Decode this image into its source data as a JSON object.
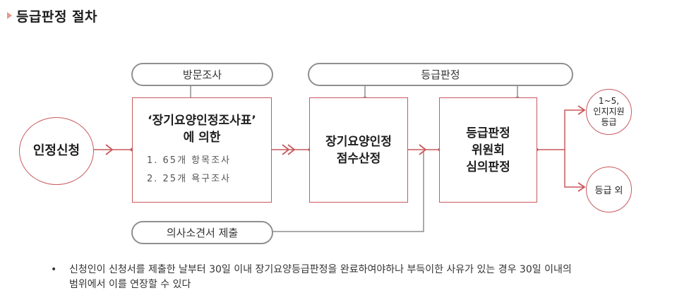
{
  "header": {
    "title": "등급판정 절차"
  },
  "diagram": {
    "start": "인정신청",
    "visit_label": "방문조사",
    "grading_label": "등급판정",
    "doctor_label": "의사소견서 제출",
    "box1": {
      "line1": "‘장기요양인정조사표’",
      "line2": "에 의한",
      "item1": "1. 65개 항목조사",
      "item2": "2. 25개 욕구조사"
    },
    "box2": {
      "line1": "장기요양인정",
      "line2": "점수산정"
    },
    "box3": {
      "line1": "등급판정",
      "line2": "위원회",
      "line3": "심의판정"
    },
    "out1": {
      "line1": "1~5,",
      "line2": "인지지원",
      "line3": "등급"
    },
    "out2": "등급 외"
  },
  "note": {
    "bullet": "•",
    "line1": "신청인이 신청서를 제출한 날부터 30일 이내 장기요양등급판정을 완료하여야하나 부득이한 사유가 있는 경우 30일 이내의",
    "line2": "범위에서 이를 연장할 수 있다"
  },
  "colors": {
    "accent": "#c8595c",
    "gray": "#8f8f8f",
    "marker": "#e39a8f"
  }
}
